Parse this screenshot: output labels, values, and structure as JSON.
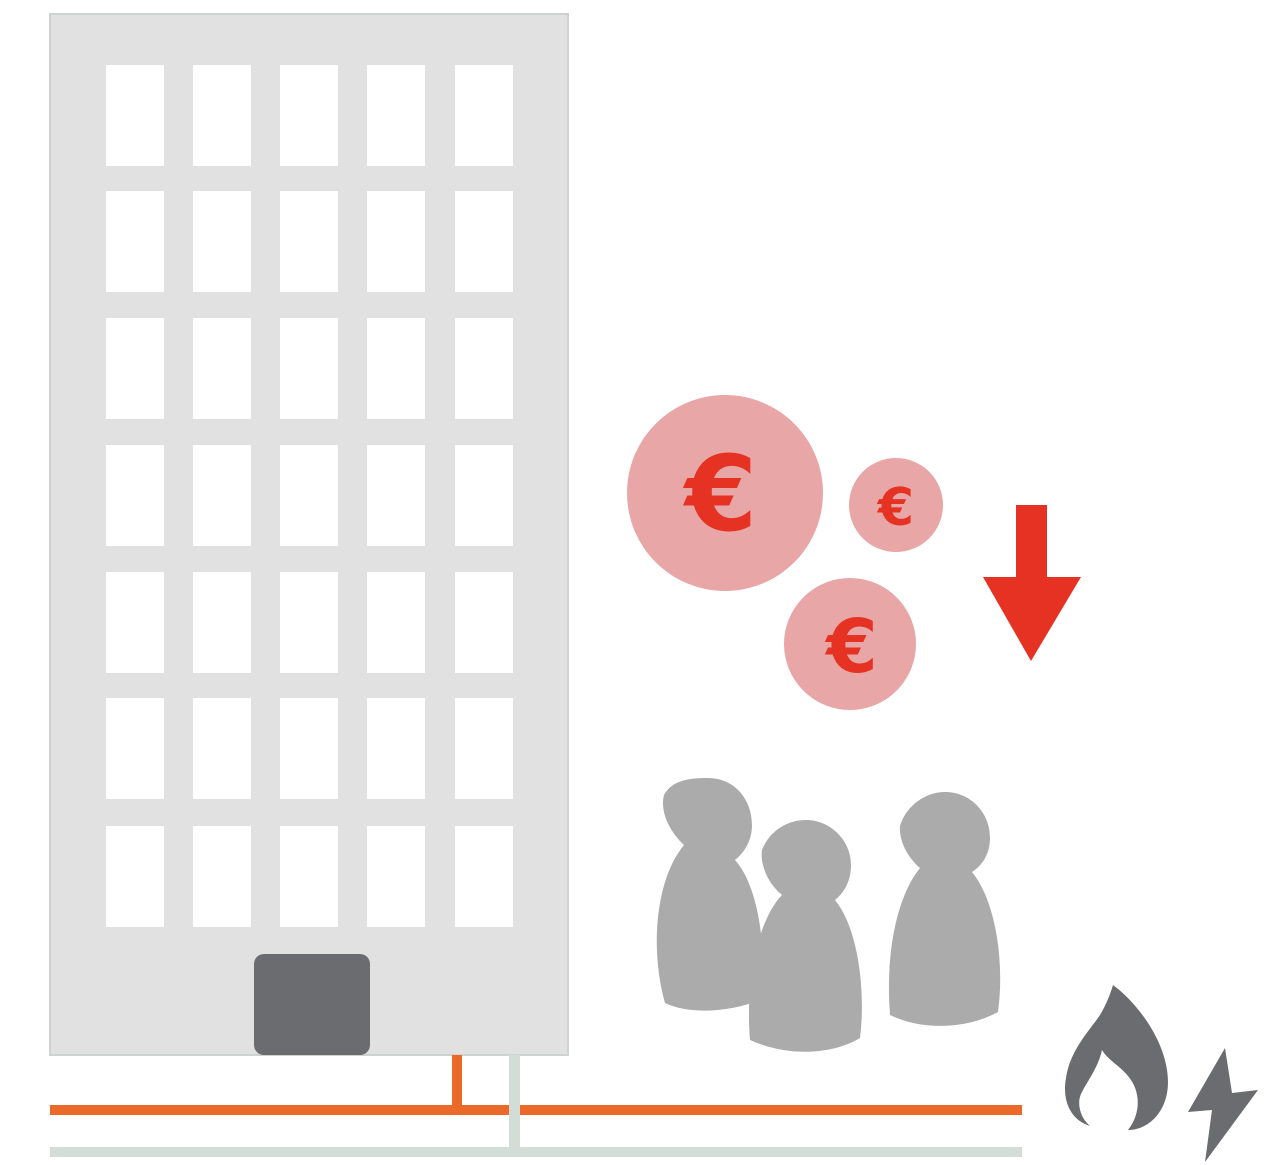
{
  "colors": {
    "building": "#e1e1e1",
    "building_border": "#cfd3d0",
    "window": "#ffffff",
    "door": "#6b6c6f",
    "coin_fill": "#e8a6a6",
    "coin_symbol": "#e53222",
    "arrow": "#e53222",
    "person": "#ababab",
    "pipe_orange": "#eb6a2a",
    "pipe_gray": "#d3ddd8",
    "flame": "#6b6c6f",
    "bolt": "#6b6c6f"
  },
  "building": {
    "window_rows": 7,
    "window_columns": 5
  },
  "coins": [
    {
      "symbol": "€",
      "size": "large"
    },
    {
      "symbol": "€",
      "size": "small"
    },
    {
      "symbol": "€",
      "size": "medium"
    }
  ],
  "people_count": 3,
  "icons": {
    "building": "office-building-icon",
    "door": "door-icon",
    "coin": "euro-coin-icon",
    "arrow": "arrow-down-icon",
    "person": "person-icon",
    "flame": "flame-icon",
    "bolt": "lightning-bolt-icon"
  }
}
